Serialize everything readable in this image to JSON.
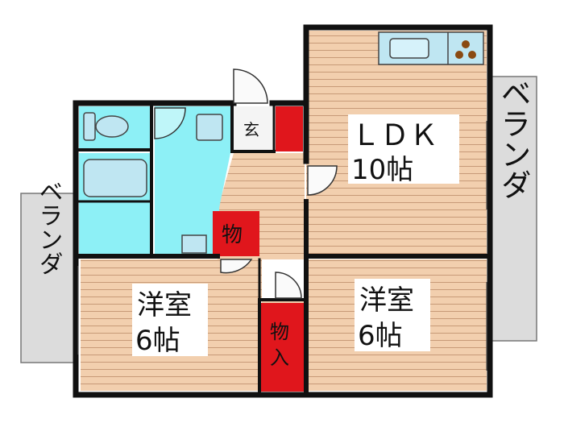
{
  "rooms": {
    "ldk": {
      "name": "ＬＤＫ",
      "size": "10帖"
    },
    "western_left": {
      "name": "洋室",
      "size": "6帖"
    },
    "western_right": {
      "name": "洋室",
      "size": "6帖"
    }
  },
  "storage": {
    "small": "物",
    "closet_top": "物",
    "closet_bottom": "入"
  },
  "entrance": "玄",
  "veranda_right": "ベランダ",
  "veranda_left": "ベランダ",
  "colors": {
    "wall": "#111111",
    "wood": "#f2cfae",
    "wood_line": "#c79a78",
    "water": "#8df0f6",
    "storage": "#e0161c",
    "veranda": "#dcdcdc",
    "fixture": "#bfe6f2"
  }
}
